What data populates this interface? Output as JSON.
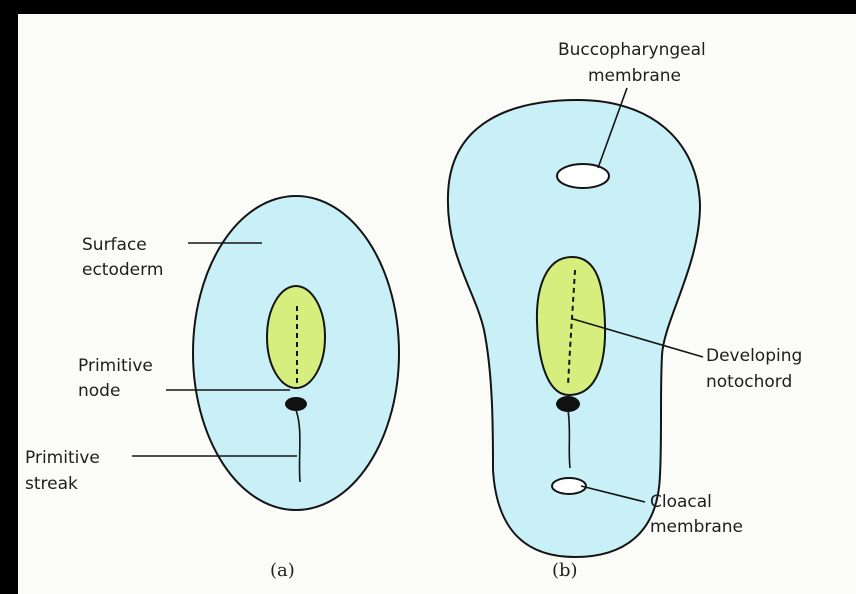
{
  "colors": {
    "background": "#000000",
    "paper": "#fbfbf8",
    "embryo_fill": "#c8f0f6",
    "notochord_fill": "#d5ee7e",
    "ink": "#141414"
  },
  "panel_a": {
    "labels": {
      "surface_ectoderm_line1": "Surface",
      "surface_ectoderm_line2": "ectoderm",
      "primitive_node_line1": "Primitive",
      "primitive_node_line2": "node",
      "primitive_streak_line1": "Primitive",
      "primitive_streak_line2": "streak"
    },
    "caption": "(a)"
  },
  "panel_b": {
    "labels": {
      "buccopharyngeal_line1": "Buccopharyngeal",
      "buccopharyngeal_line2": "membrane",
      "developing_notochord_line1": "Developing",
      "developing_notochord_line2": "notochord",
      "cloacal_membrane_line1": "Cloacal",
      "cloacal_membrane_line2": "membrane"
    },
    "caption": "(b)"
  }
}
